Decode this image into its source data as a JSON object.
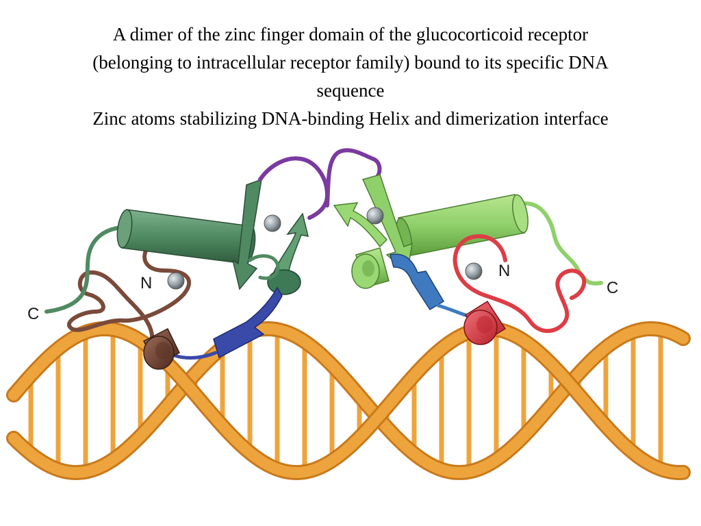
{
  "title": {
    "line1": "A dimer of the zinc finger domain of the glucocorticoid receptor",
    "line2": "(belonging to intracellular receptor family) bound to its specific DNA",
    "line3": "sequence",
    "line4": "Zinc atoms stabilizing DNA-binding Helix and dimerization interface"
  },
  "labels": {
    "left_c": "C",
    "left_n": "N",
    "right_n": "N",
    "right_c": "C"
  },
  "colors": {
    "dna": "#eea43c",
    "dna_dark": "#c9791a",
    "dark_green": "#4f8a62",
    "light_green": "#8fd06a",
    "purple": "#7a3aa0",
    "brown": "#7a4a3a",
    "blue": "#3a4aa8",
    "red": "#dd3d45",
    "zinc": "#9aa3aa"
  }
}
